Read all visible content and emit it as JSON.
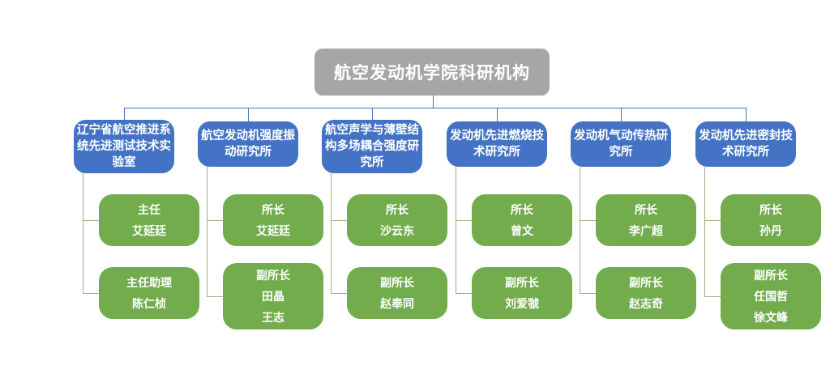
{
  "colors": {
    "root_bg": "#a6a6a6",
    "dept_bg": "#4473c5",
    "member_bg": "#72ac4c",
    "line_blue": "#4473c5",
    "line_green": "#9fad7f",
    "text": "#ffffff"
  },
  "root": {
    "title": "航空发动机学院科研机构"
  },
  "columns": [
    {
      "title": "辽宁省航空推进系统先进测试技术实验室",
      "members": [
        {
          "role": "主任",
          "names": [
            "艾延廷"
          ]
        },
        {
          "role": "主任助理",
          "names": [
            "陈仁桢"
          ]
        }
      ]
    },
    {
      "title": "航空发动机强度振动研究所",
      "members": [
        {
          "role": "所长",
          "names": [
            "艾延廷"
          ]
        },
        {
          "role": "副所长",
          "names": [
            "田晶",
            "王志"
          ]
        }
      ]
    },
    {
      "title": "航空声学与薄壁结构多场耦合强度研究所",
      "members": [
        {
          "role": "所长",
          "names": [
            "沙云东"
          ]
        },
        {
          "role": "副所长",
          "names": [
            "赵奉同"
          ]
        }
      ]
    },
    {
      "title": "发动机先进燃烧技术研究所",
      "members": [
        {
          "role": "所长",
          "names": [
            "曾文"
          ]
        },
        {
          "role": "副所长",
          "names": [
            "刘爱虢"
          ]
        }
      ]
    },
    {
      "title": "发动机气动传热研究所",
      "members": [
        {
          "role": "所长",
          "names": [
            "李广超"
          ]
        },
        {
          "role": "副所长",
          "names": [
            "赵志奇"
          ]
        }
      ]
    },
    {
      "title": "发动机先进密封技术研究所",
      "members": [
        {
          "role": "所长",
          "names": [
            "孙丹"
          ]
        },
        {
          "role": "副所长",
          "names": [
            "任国哲",
            "徐文峰"
          ]
        }
      ]
    }
  ]
}
